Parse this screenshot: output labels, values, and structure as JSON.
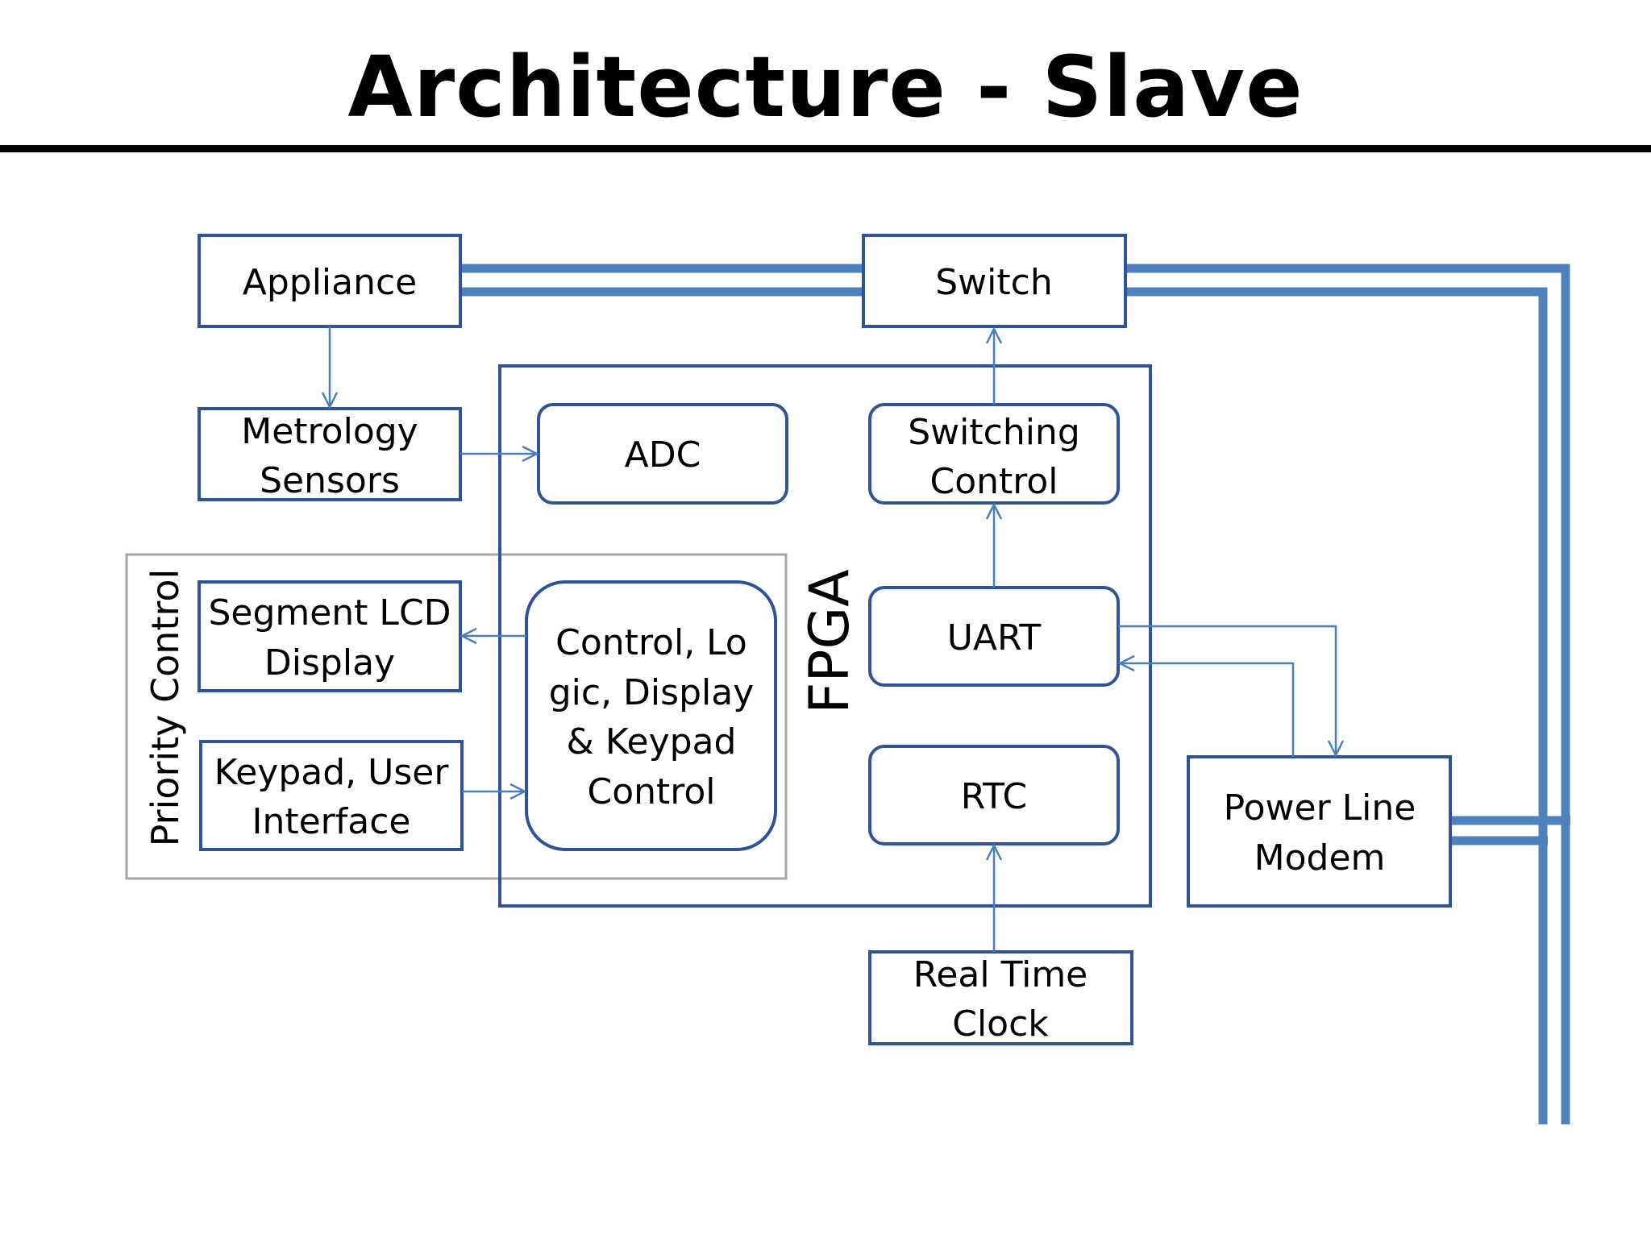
{
  "slide": {
    "title": "Architecture - Slave"
  },
  "colors": {
    "box_border": "#2F5496",
    "arrow": "#4A7EBB",
    "power_line": "#4F81BD",
    "group_border": "#A6A6A6",
    "title_rule": "#000000"
  },
  "diagram": {
    "appliance": "Appliance",
    "switch": "Switch",
    "metrology": [
      "Metrology",
      "Sensors"
    ],
    "adc": "ADC",
    "switching_control": [
      "Switching",
      "Control"
    ],
    "segment_lcd": [
      "Segment LCD",
      "Display"
    ],
    "keypad": [
      "Keypad, User",
      "Interface"
    ],
    "control_logic": [
      "Control, Lo",
      "gic, Display",
      "& Keypad",
      "Control"
    ],
    "fpga": "FPGA",
    "uart": "UART",
    "rtc": "RTC",
    "power_line_modem": [
      "Power Line",
      "Modem"
    ],
    "real_time_clock": [
      "Real Time",
      "Clock"
    ],
    "priority_control": "Priority Control"
  }
}
